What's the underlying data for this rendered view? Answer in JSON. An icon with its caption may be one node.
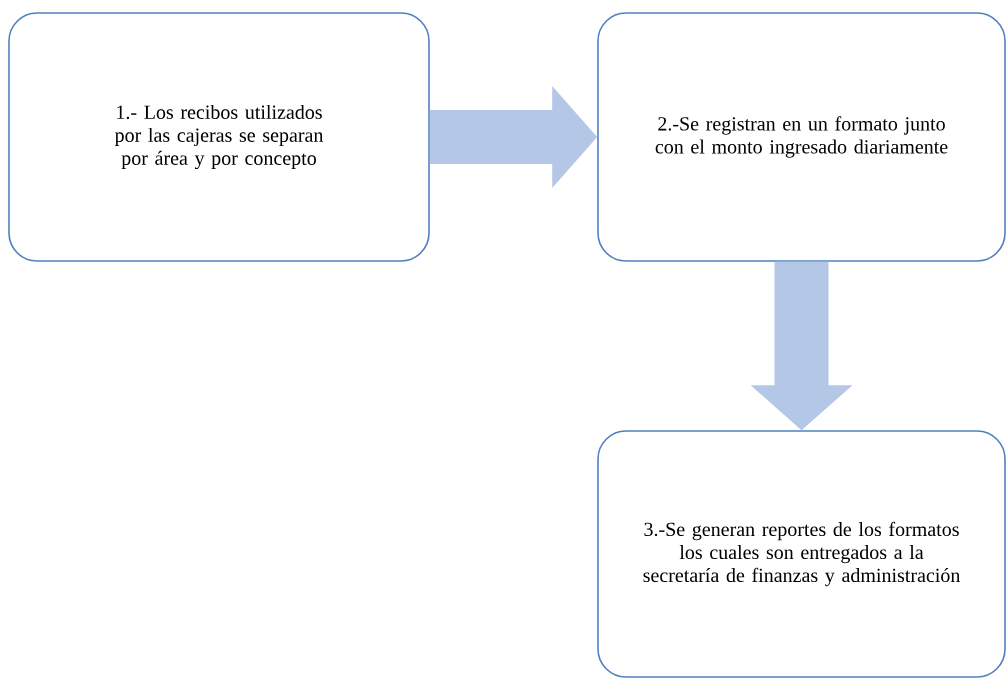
{
  "diagram": {
    "nodes": [
      {
        "text": [
          "1.- Los recibos utilizados por las cajeras se separan por área y por concepto"
        ]
      },
      {
        "text": [
          "2.-Se registran en un formato junto con el monto ingresado diariamente"
        ]
      },
      {
        "text": [
          "3.-Se generan reportes de los formatos los cuales son entregados a la secretaría de finanzas y administración"
        ]
      }
    ],
    "edges": [
      {
        "from": 0,
        "to": 1,
        "arrow": "to"
      },
      {
        "from": 1,
        "to": 2,
        "arrow": "to"
      }
    ]
  }
}
